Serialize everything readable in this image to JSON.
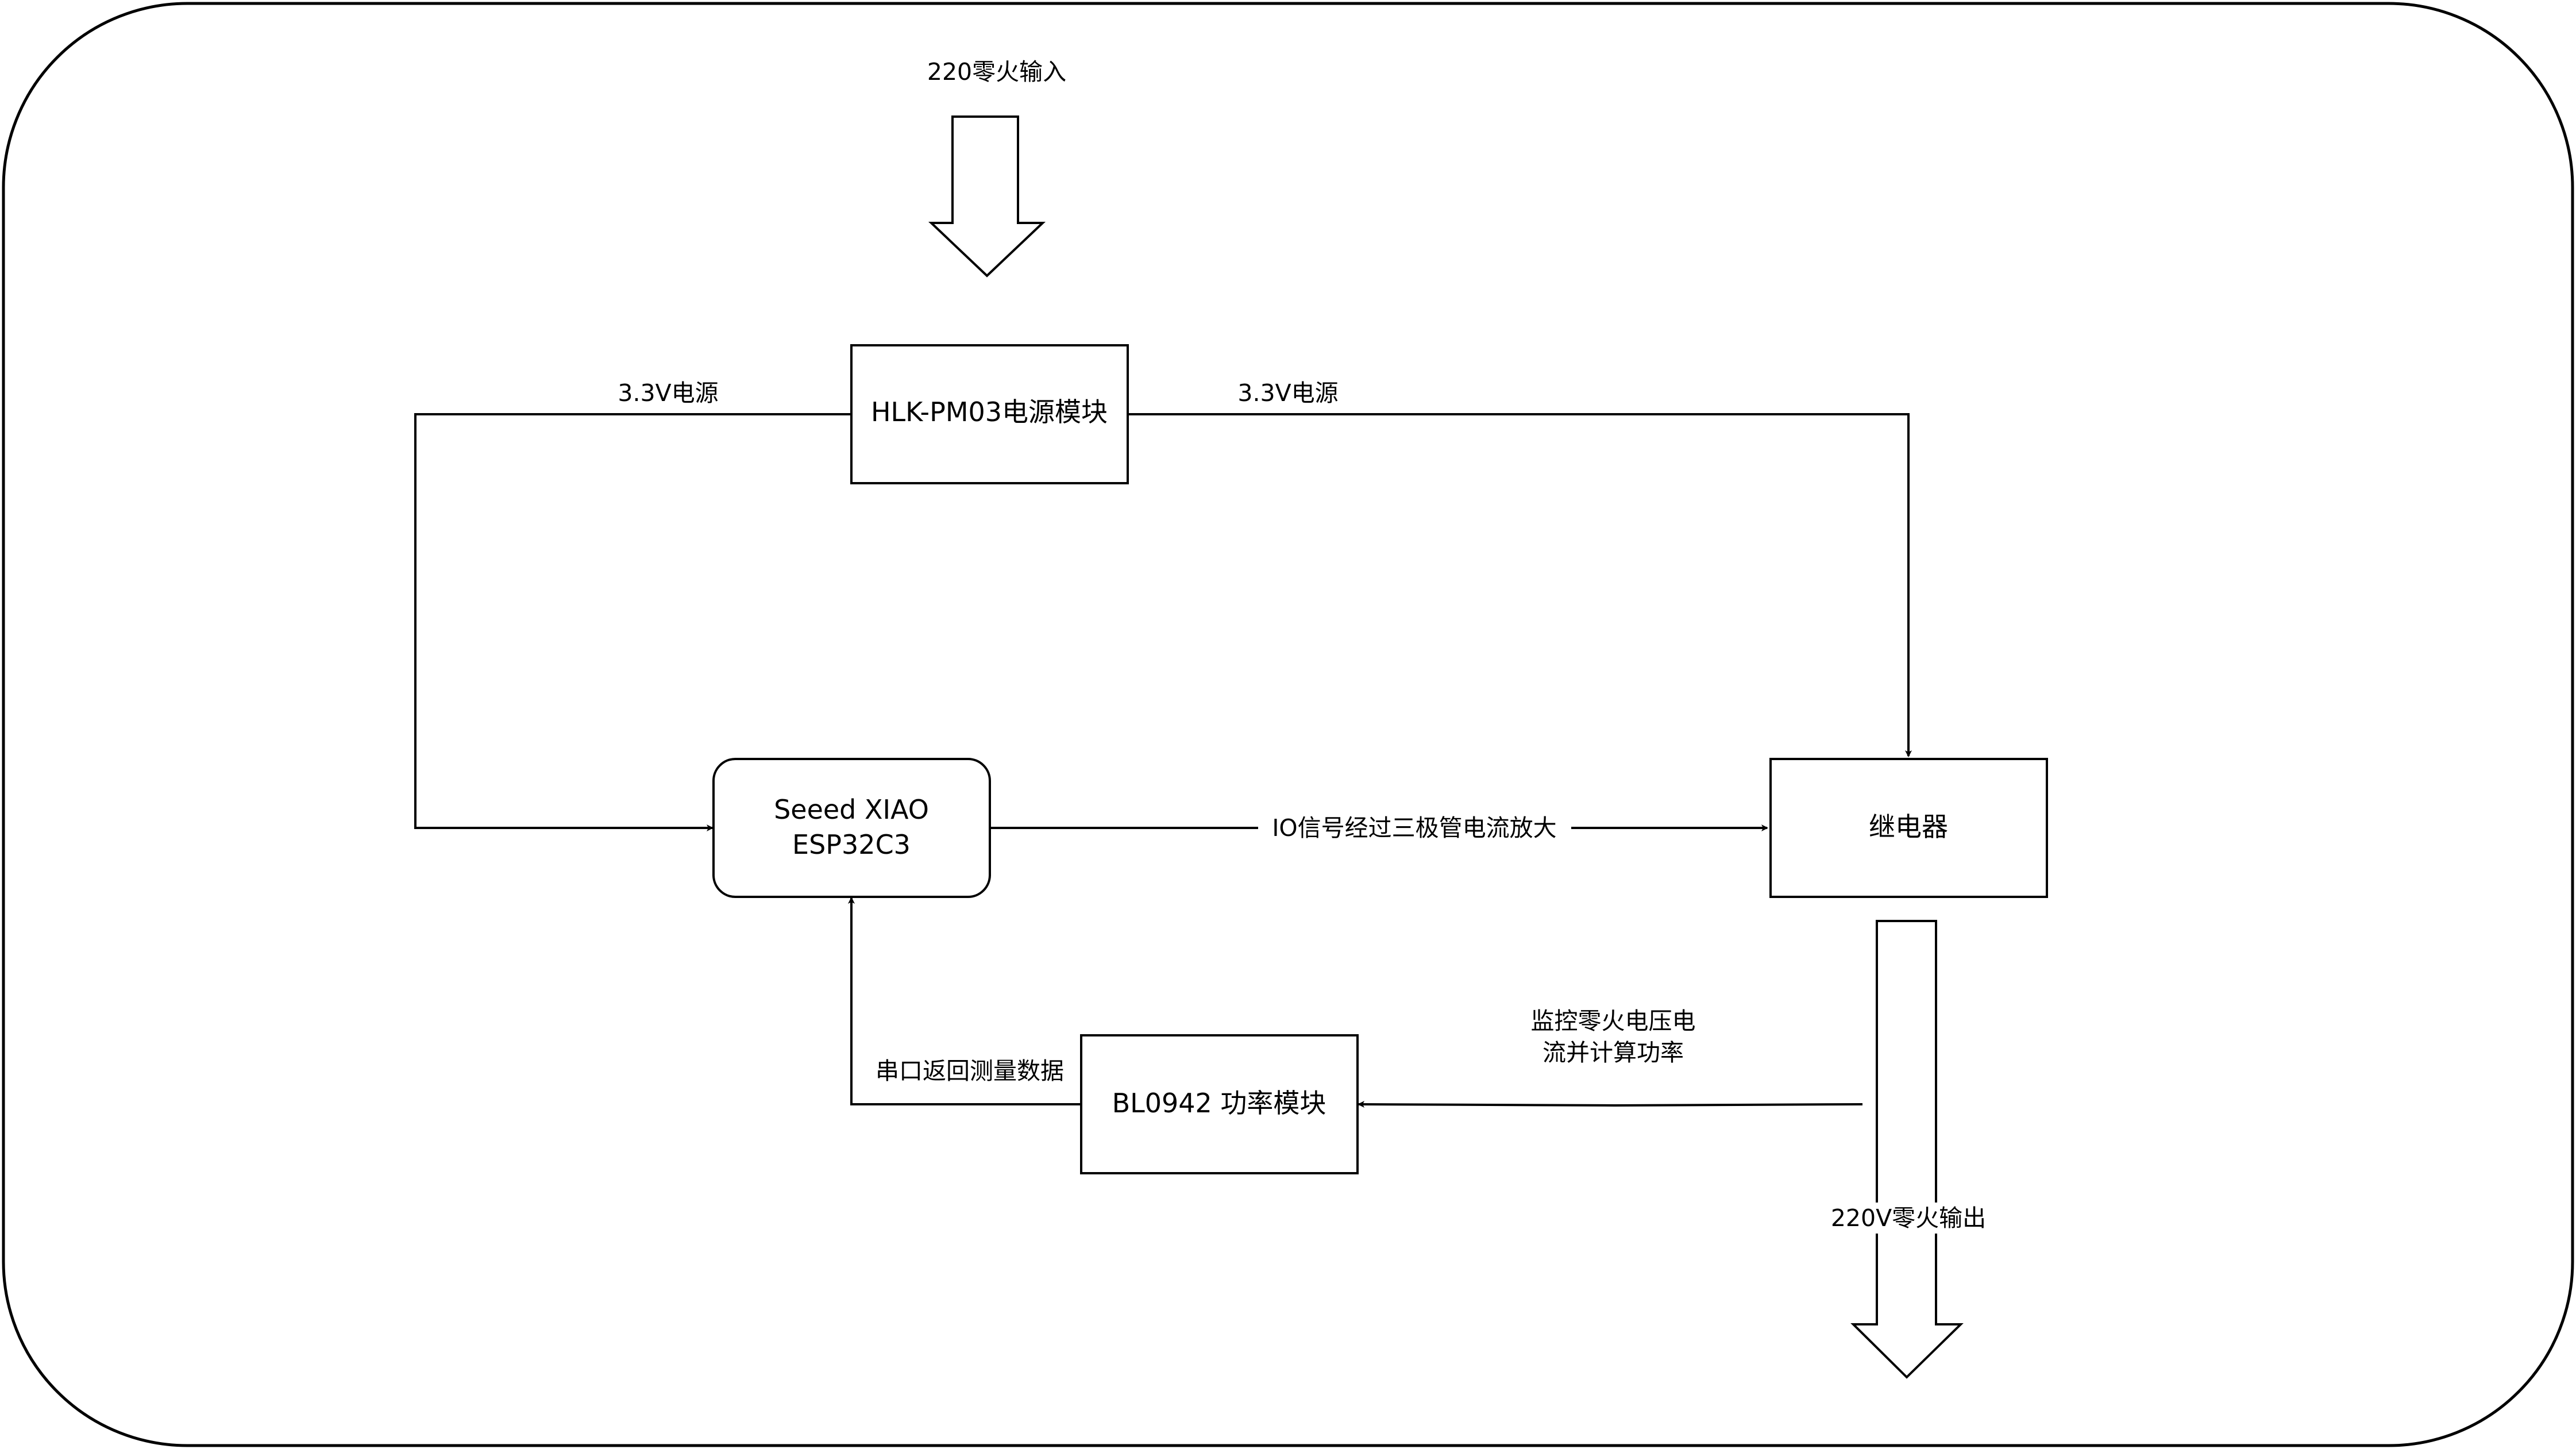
{
  "nodes": {
    "power_module": {
      "label": "HLK-PM03电源模块"
    },
    "mcu": {
      "label_line1": "Seeed XIAO",
      "label_line2": "ESP32C3"
    },
    "relay": {
      "label": "继电器"
    },
    "power_meter": {
      "label": "BL0942 功率模块"
    }
  },
  "edges": {
    "input_220": {
      "label": "220零火输入"
    },
    "supply_left": {
      "label": "3.3V电源"
    },
    "supply_right": {
      "label": "3.3V电源"
    },
    "io_signal": {
      "label": "IO信号经过三极管电流放大"
    },
    "monitor": {
      "label_line1": "监控零火电压电",
      "label_line2": "流并计算功率"
    },
    "serial_return": {
      "label": "串口返回测量数据"
    },
    "output_220": {
      "label": "220V零火输出"
    }
  },
  "colors": {
    "stroke": "#000000",
    "fill": "#ffffff"
  }
}
